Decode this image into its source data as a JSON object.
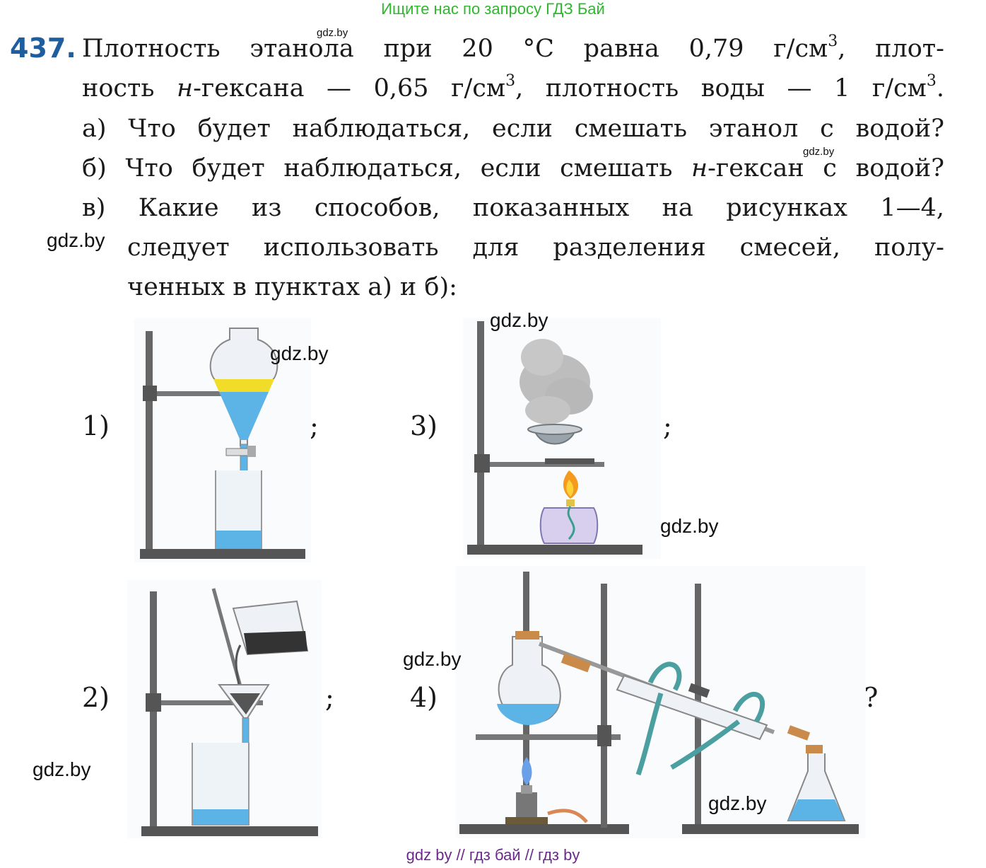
{
  "banner": "Ищите нас по запросу ГДЗ Бай",
  "task_number": "437.",
  "lines": {
    "l1_a": "Плотность этанола при 20 °С равна 0,79 г/см",
    "l1_b": ", плот-",
    "l2_a": "ность ",
    "l2_b": "н",
    "l2_c": "-гексана — 0,65 г/см",
    "l2_d": ", плотность воды — 1 г/см",
    "l2_e": ".",
    "sup": "3",
    "a": "а) Что будет наблюдаться, если смешать этанол с водой?",
    "b_1": "б) Что будет наблюдаться, если смешать ",
    "b_2": "н",
    "b_3": "-гексан с водой?",
    "c1": "в) Какие из способов, показанных на рисунках 1—4,",
    "c2": "следует использовать для разделения смесей, полу-",
    "c3": "ченных в пунктах а) и б):"
  },
  "figures": {
    "f1": "1)",
    "f1_end": ";",
    "f2": "2)",
    "f2_end": ";",
    "f3": "3)",
    "f3_end": ";",
    "f4": "4)",
    "f4_end": "?"
  },
  "watermark": "gdz.by",
  "footer": "gdz by  //  гдз бай  //  гдз by",
  "colors": {
    "banner": "#2eb82e",
    "number": "#1f5e9e",
    "footer": "#6a2a8a",
    "liquid_blue": "#5bb3e6",
    "liquid_yellow": "#f2dc2a"
  }
}
